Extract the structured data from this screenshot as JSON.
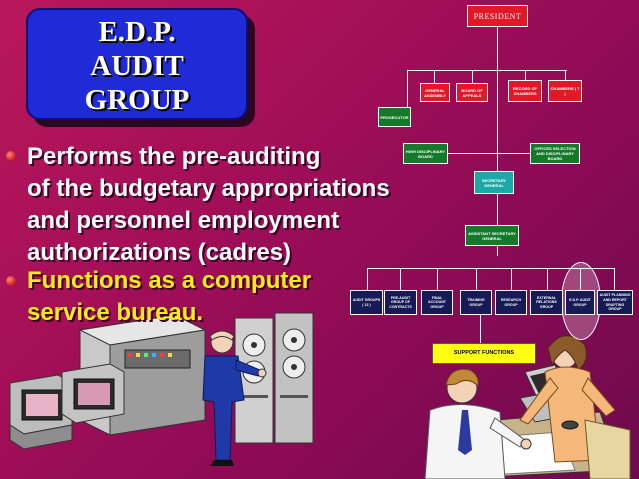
{
  "title": {
    "line1": "E.D.P.",
    "line2": "AUDIT",
    "line3": "GROUP"
  },
  "bullets": [
    {
      "lines": [
        "Performs the pre-auditing",
        "of the budgetary appropriations",
        "and personnel employment",
        "authorizations (cadres)"
      ],
      "color": "#ffffff"
    },
    {
      "lines": [
        "Functions as a computer",
        "service bureau."
      ],
      "color": "#ffeb1a"
    }
  ],
  "org_chart": {
    "president": "PRESIDENT",
    "top_units": [
      "GENERAL ASSEMBLY",
      "BOARD OF APPEALS",
      "RECORD OF CHAMBERS",
      "CHAMBERS ( 7 )"
    ],
    "prosecutor": "PROSECUTOR",
    "high_disciplinary_board": "HIGH DISCIPLINARY BOARD",
    "offices_board": "OFFICES SELECTION AND DISCIPLINARY BOARD",
    "secretary_general": "SECRETARY GENERAL",
    "assistant_secretary_general": "ASSISTANT SECRETARY GENERAL",
    "groups": [
      "AUDIT GROUPS ( 13 )",
      "PRE-AUDIT GROUP OF CONTRACTS",
      "FINAL ACCOUNT GROUP",
      "TRAINING GROUP",
      "RESEARCH GROUP",
      "EXTERNAL RELATIONS GROUP",
      "E.D.P. AUDIT GROUP",
      "AUDIT PLANNING AND REPORT DRAFTING GROUP"
    ],
    "support_functions": "SUPPORT FUNCTIONS"
  },
  "colors": {
    "background": "#a40f58",
    "title_box": "#1f2bd6",
    "bullet_highlight": "#ffeb1a",
    "org_red": "#e01828",
    "org_green": "#137a2a",
    "org_teal": "#1aa9a6",
    "org_navy": "#161a55",
    "support_box": "#ffff14"
  }
}
